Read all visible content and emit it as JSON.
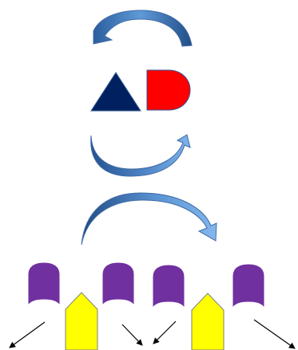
{
  "colors": {
    "background": "#ffffff",
    "arrow_fill": "#4f81bd",
    "arrow_dark": "#1f3f73",
    "triangle": "#002060",
    "d_shape": "#ff0000",
    "d_outline": "#2f5597",
    "tab": "#7030a0",
    "tab_outline": "#ffffff",
    "pentagon": "#ffff00",
    "pentagon_outline": "#7f7f7f",
    "pointer": "#000000"
  },
  "icons": {
    "top_arrow": "curved-arrow-left-icon",
    "middle_arrow": "curved-arrow-right-icon",
    "wide_arrow": "curved-arrow-right-icon",
    "triangle": "triangle-shape",
    "d_shape": "d-shape",
    "tabs": "rounded-tab-shape",
    "pentagons": "up-pentagon-shape",
    "pointers": "straight-arrow-icon"
  },
  "diagram": {
    "nodes": [
      {
        "id": "triangle",
        "kind": "triangle"
      },
      {
        "id": "d-shape",
        "kind": "d-shape"
      },
      {
        "id": "tab-1",
        "kind": "tab"
      },
      {
        "id": "tab-2",
        "kind": "tab"
      },
      {
        "id": "tab-3",
        "kind": "tab"
      },
      {
        "id": "tab-4",
        "kind": "tab"
      },
      {
        "id": "pentagon-1",
        "kind": "pentagon"
      },
      {
        "id": "pentagon-2",
        "kind": "pentagon"
      }
    ],
    "connectors": [
      {
        "id": "top-curved-arrow",
        "direction": "left"
      },
      {
        "id": "middle-curved-arrow",
        "direction": "right"
      },
      {
        "id": "wide-curved-arrow",
        "direction": "right"
      },
      {
        "id": "pointer-1",
        "direction": "down-left"
      },
      {
        "id": "pointer-2",
        "direction": "down-right"
      },
      {
        "id": "pointer-3",
        "direction": "down-left"
      },
      {
        "id": "pointer-4",
        "direction": "down-right"
      }
    ]
  }
}
